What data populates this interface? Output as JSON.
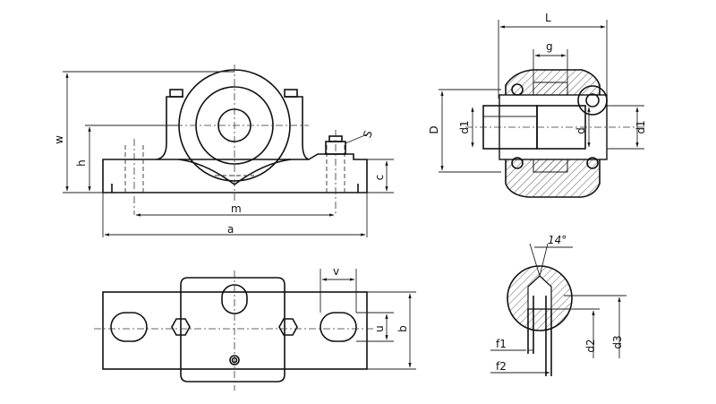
{
  "labels": {
    "w": "w",
    "h": "h",
    "c": "c",
    "m": "m",
    "a": "a",
    "s": "S",
    "L": "L",
    "g": "g",
    "D": "D",
    "d1_left": "d1",
    "d": "d",
    "d1_right": "d1",
    "angle": "14°",
    "v": "v",
    "u": "u",
    "b": "b",
    "f1": "f1",
    "f2": "f2",
    "d2": "d2",
    "d3": "d3"
  }
}
